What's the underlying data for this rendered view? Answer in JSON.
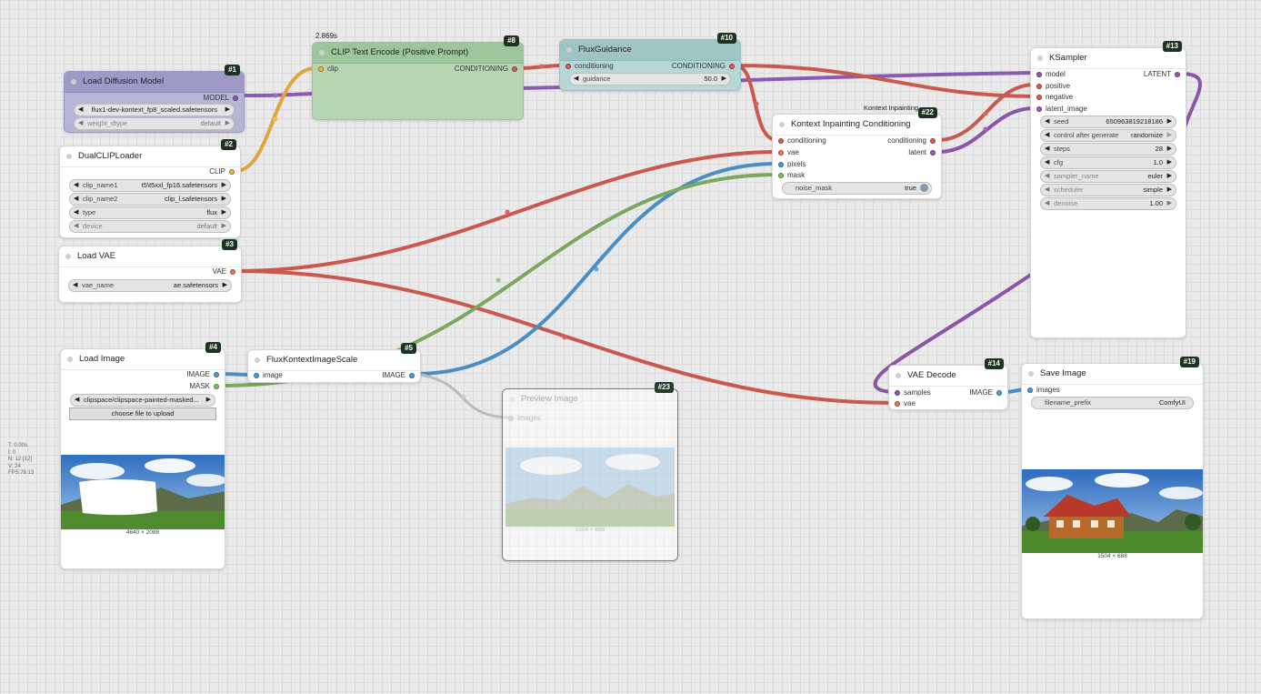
{
  "colors": {
    "model": "#8a5bb0",
    "clip": "#f1b63a",
    "conditioning": "#d95c54",
    "vae": "#f0735a",
    "image": "#4e9bd6",
    "mask": "#7fbf5e",
    "latent": "#9b59b6",
    "wire_model": "#8a5bb0",
    "wire_clip": "#e0a53e",
    "wire_cond": "#c9584e",
    "wire_image": "#4a8ec4",
    "wire_mask": "#7aa85f",
    "wire_latent": "#8b55a8",
    "wire_preview": "#bbbbbb"
  },
  "timing_label": "2.869s",
  "kontext_extra_title": "Kontext Inpainting",
  "stats": [
    "T: 0.00s",
    "I: 0",
    "N: 12 [12]",
    "V: 24",
    "FPS:78.13"
  ],
  "nodes": {
    "load_diffusion": {
      "title": "Load Diffusion Model",
      "badge": "#1",
      "out_model": "MODEL",
      "unet_name": "flux1-dev-kontext_fp8_scaled.safetensors",
      "weight_label": "weight_dtype",
      "weight_value": "default"
    },
    "dual_clip": {
      "title": "DualCLIPLoader",
      "badge": "#2",
      "out_clip": "CLIP",
      "clip1_label": "clip_name1",
      "clip1_value": "t5\\t5xxl_fp16.safetensors",
      "clip2_label": "clip_name2",
      "clip2_value": "clip_l.safetensors",
      "type_label": "type",
      "type_value": "flux",
      "device_label": "device",
      "device_value": "default"
    },
    "load_vae": {
      "title": "Load VAE",
      "badge": "#3",
      "out_vae": "VAE",
      "vae_label": "vae_name",
      "vae_value": "ae.safetensors"
    },
    "load_image": {
      "title": "Load Image",
      "badge": "#4",
      "out_image": "IMAGE",
      "out_mask": "MASK",
      "image_value": "clipspace/clipspace-painted-masked...",
      "upload_label": "choose file to upload",
      "dims": "4640 × 2088"
    },
    "scale": {
      "title": "FluxKontextImageScale",
      "badge": "#5",
      "in_image": "image",
      "out_image": "IMAGE"
    },
    "clip_encode": {
      "title": "CLIP Text Encode (Positive Prompt)",
      "badge": "#8",
      "in_clip": "clip",
      "out_cond": "CONDITIONING"
    },
    "guidance": {
      "title": "FluxGuidance",
      "badge": "#10",
      "in_cond": "conditioning",
      "out_cond": "CONDITIONING",
      "guidance_label": "guidance",
      "guidance_value": "50.0"
    },
    "kontext": {
      "title": "Kontext Inpainting Conditioning",
      "badge": "#22",
      "in_cond": "conditioning",
      "in_vae": "vae",
      "in_pixels": "pixels",
      "in_mask": "mask",
      "out_cond": "conditioning",
      "out_latent": "latent",
      "noise_label": "noise_mask",
      "noise_value": "true"
    },
    "ksampler": {
      "title": "KSampler",
      "badge": "#13",
      "in_model": "model",
      "in_positive": "positive",
      "in_negative": "negative",
      "in_latent": "latent_image",
      "out_latent": "LATENT",
      "seed_label": "seed",
      "seed_value": "650963819218186",
      "control_label": "control after generate",
      "control_value": "randomize",
      "steps_label": "steps",
      "steps_value": "28",
      "cfg_label": "cfg",
      "cfg_value": "1.0",
      "sampler_label": "sampler_name",
      "sampler_value": "euler",
      "scheduler_label": "scheduler",
      "scheduler_value": "simple",
      "denoise_label": "denoise",
      "denoise_value": "1.00"
    },
    "vae_decode": {
      "title": "VAE Decode",
      "badge": "#14",
      "in_samples": "samples",
      "in_vae": "vae",
      "out_image": "IMAGE"
    },
    "preview": {
      "title": "Preview Image",
      "badge": "#23",
      "in_images": "images",
      "dims": "1504 × 688"
    },
    "save": {
      "title": "Save Image",
      "badge": "#19",
      "in_images": "images",
      "prefix_label": "filename_prefix",
      "prefix_value": "ComfyUI",
      "dims": "1504 × 688"
    }
  }
}
